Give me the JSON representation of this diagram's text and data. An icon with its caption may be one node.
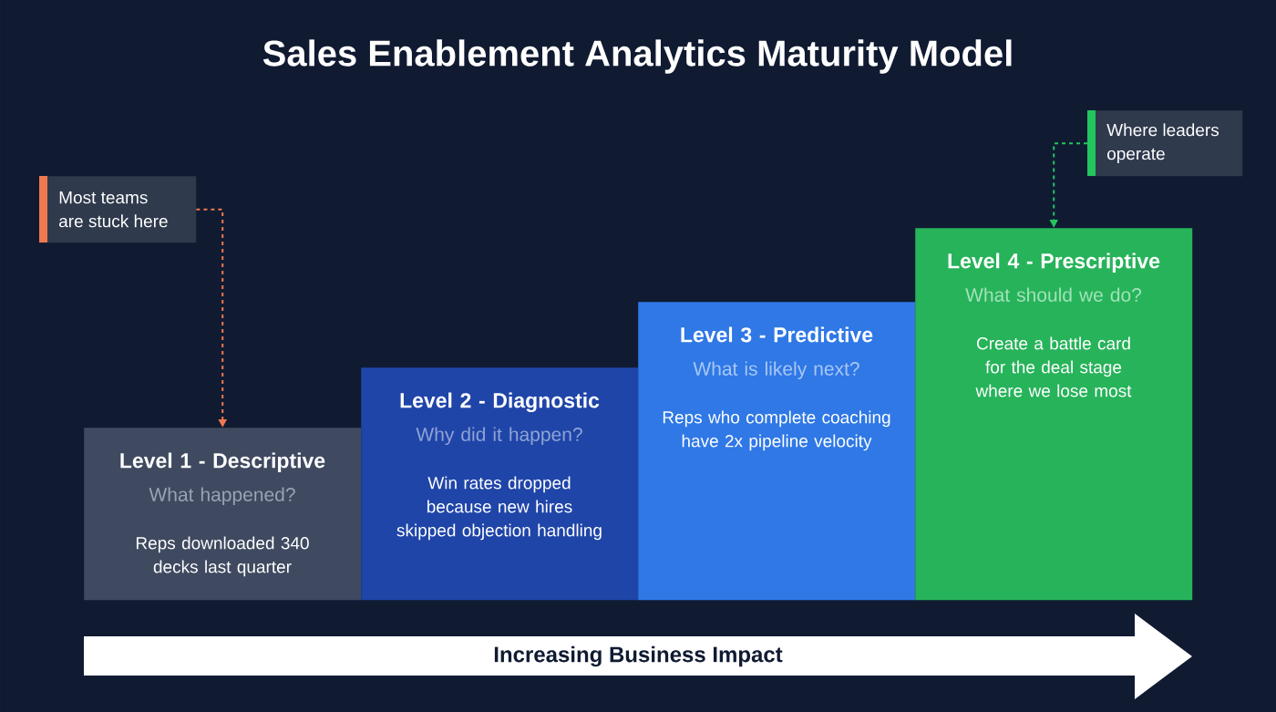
{
  "diagram": {
    "title": "Sales Enablement Analytics Maturity Model",
    "nodes": [
      {
        "text": [
          "Most teams are stuck here"
        ]
      },
      {
        "text": [
          "Where leaders operate"
        ]
      },
      {
        "text": [
          "Level 1 - Descriptive",
          "What happened?",
          "Reps downloaded 340 decks last quarter"
        ]
      },
      {
        "text": [
          "Level 2 - Diagnostic",
          "Why did it happen?",
          "Win rates dropped because new hires skipped objection handling"
        ]
      },
      {
        "text": [
          "Level 3 - Predictive",
          "What is likely next?",
          "Reps who complete coaching have 2x pipeline velocity"
        ]
      },
      {
        "text": [
          "Level 4 - Prescriptive",
          "What should we do?",
          "Create a battle card for the deal stage where we lose most"
        ]
      },
      {
        "text": [
          "Increasing Business Impact"
        ]
      }
    ],
    "edges": [
      {
        "from": 0,
        "to": 2,
        "arrow": "to",
        "style": "dashed",
        "color": "#f07850"
      },
      {
        "from": 1,
        "to": 5,
        "arrow": "to",
        "style": "dashed",
        "color": "#22c55e"
      }
    ]
  }
}
